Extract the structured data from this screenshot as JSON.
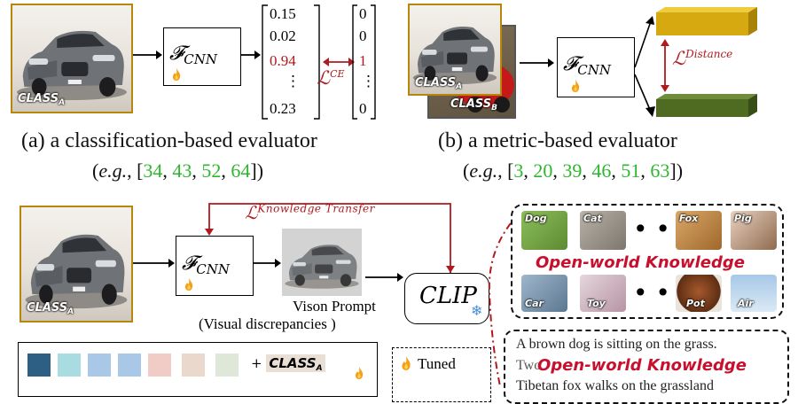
{
  "panel_a": {
    "class_label": "CLASS",
    "class_sub": "A",
    "fcnn_main": "𝓕",
    "fcnn_sub": "CNN",
    "vector_pred": [
      "0.15",
      "0.02",
      "0.94",
      "⋮",
      "0.23"
    ],
    "vector_gt": [
      "0",
      "0",
      "1",
      "⋮",
      "0"
    ],
    "loss_main": "ℒ",
    "loss_sup": "CE",
    "caption": "(a) a classification-based evaluator",
    "eg_prefix": "(",
    "eg_italic": "e.g.",
    "eg_mid": ", [",
    "refs": [
      "34",
      "43",
      "52",
      "64"
    ],
    "eg_suffix": "])"
  },
  "panel_b": {
    "class_a_label": "CLASS",
    "class_a_sub": "A",
    "class_b_label": "CLASS",
    "class_b_sub": "B",
    "fcnn_main": "𝓕",
    "fcnn_sub": "CNN",
    "loss_main": "ℒ",
    "loss_sup": "Distance",
    "caption": "(b) a metric-based evaluator",
    "eg_prefix": "(",
    "eg_italic": "e.g.",
    "eg_mid": ", [",
    "refs": [
      "3",
      "20",
      "39",
      "46",
      "51",
      "63"
    ],
    "eg_suffix": "])"
  },
  "panel_c": {
    "class_label": "CLASS",
    "class_sub": "A",
    "fcnn_main": "𝓕",
    "fcnn_sub": "CNN",
    "loss_main": "ℒ",
    "loss_sup": "Knowledge Transfer",
    "vision_prompt": "Vison Prompt",
    "visual_discrepancies": "(Visual discrepancies )",
    "clip_label": "CLIP",
    "image_grid_top": [
      "Dog",
      "Cat",
      "Fox",
      "Pig"
    ],
    "image_grid_bottom": [
      "Car",
      "Toy",
      "Pot",
      "Air"
    ],
    "open_world_knowledge": "Open-world Knowledge",
    "text_line1": "A brown dog is sitting on the grass.",
    "text_line2": "Two",
    "text_line3": "Tibetan fox walks on the grassland",
    "prompt_suffix": "+ ",
    "prompt_class": "CLASS",
    "prompt_sub": "A",
    "legend_tuned": "Tuned",
    "prompt_colors": [
      "#2c5f83",
      "#a8dce0",
      "#a9c8e8",
      "#a9c8e8",
      "#f1cbc6",
      "#ead8cc",
      "#dfe8d8"
    ],
    "accent_red": "#b0191e",
    "bar_gold": "#d7a911",
    "bar_green": "#4f6b22"
  }
}
